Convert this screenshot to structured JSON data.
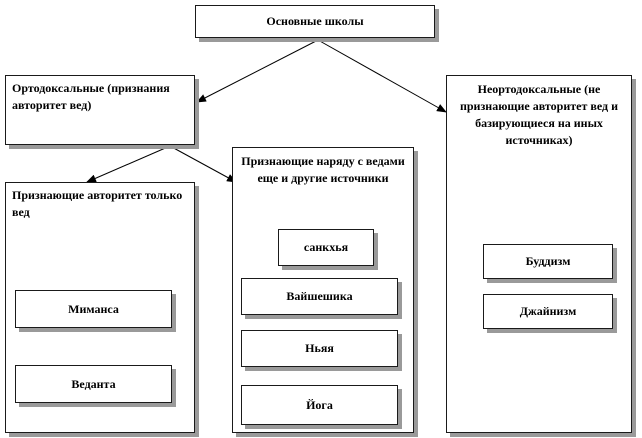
{
  "root": {
    "label": "Основные школы"
  },
  "orthodox": {
    "label": "Ортодоксальные (признания авторитет вед)"
  },
  "heterodox": {
    "label": "Неортодоксальные (не признающие авторитет вед и базирующиеся на иных источниках)"
  },
  "vedas_only": {
    "label": "Признающие авторитет только вед",
    "items": [
      "Миманса",
      "Веданта"
    ]
  },
  "vedas_plus": {
    "label": "Признающие наряду с ведами еще и другие источники",
    "items": [
      "санкхья",
      "Вайшешика",
      "Ньяя",
      "Йога"
    ]
  },
  "heterodox_items": [
    "Буддизм",
    "Джайнизм"
  ],
  "colors": {
    "line": "#000000",
    "shadow": "#9a9a9a"
  }
}
